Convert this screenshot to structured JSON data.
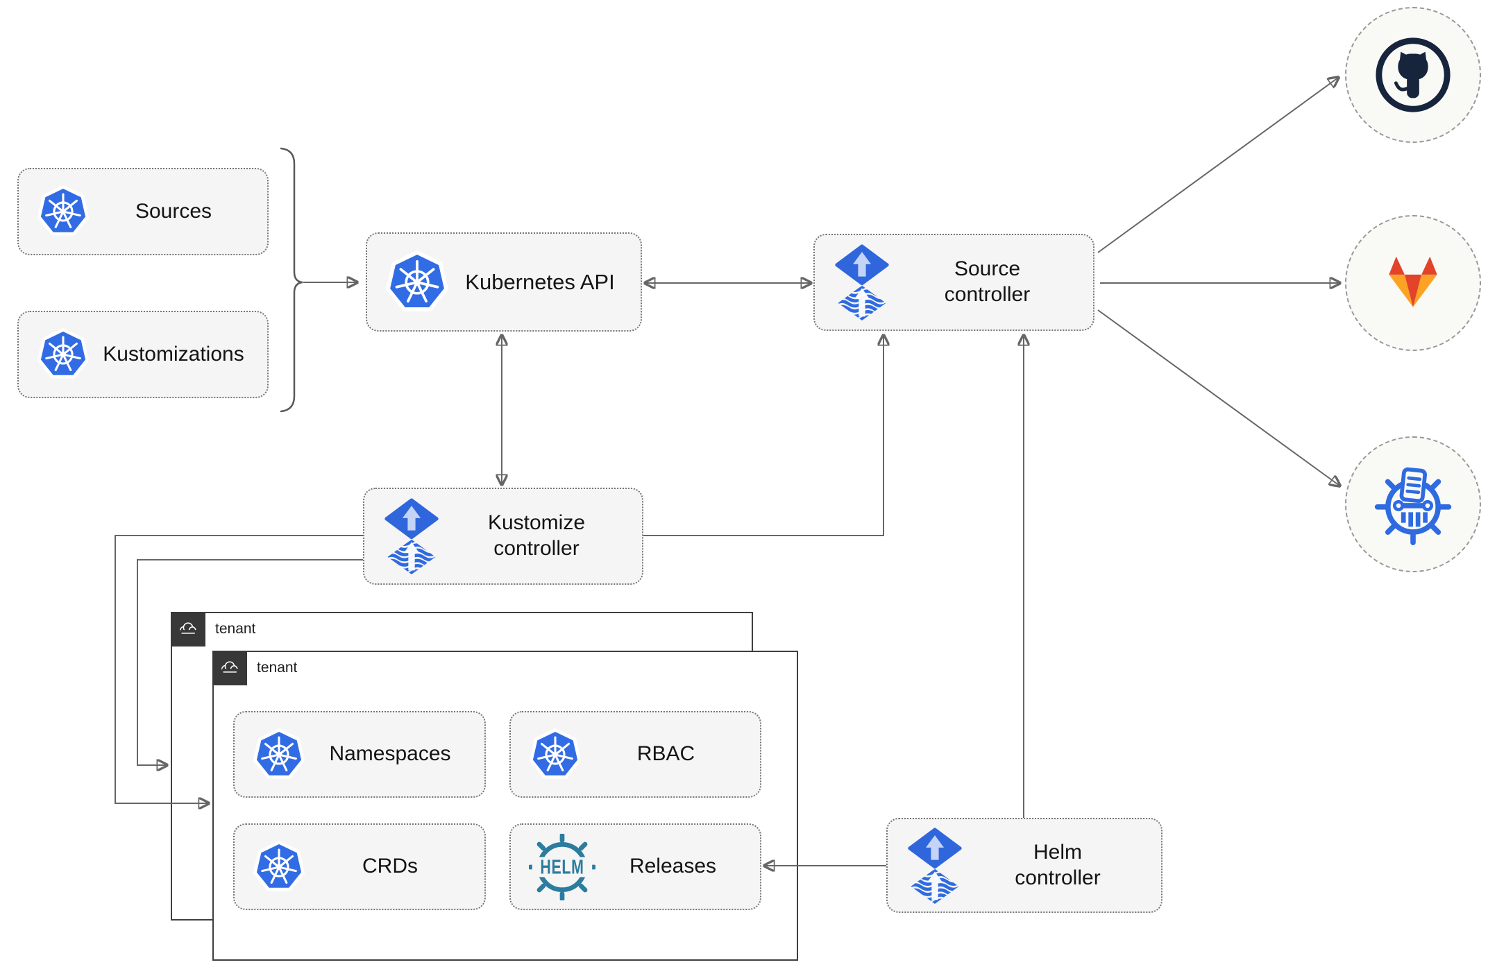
{
  "nodes": {
    "sources": "Sources",
    "kustomizations": "Kustomizations",
    "kubernetes_api": "Kubernetes API",
    "source_controller": "Source controller",
    "kustomize_controller": "Kustomize controller",
    "helm_controller": "Helm controller",
    "tenant_back": "tenant",
    "tenant_front": "tenant",
    "namespaces": "Namespaces",
    "rbac": "RBAC",
    "crds": "CRDs",
    "releases": "Releases"
  },
  "logos": {
    "helm_text": "HELM"
  },
  "icons": {
    "kubernetes": "kubernetes-wheel-icon",
    "flux": "flux-diamond-arrow-icon",
    "helm": "helm-wheel-icon",
    "cloud": "cloud-outline-icon",
    "github": "github-octocat-icon",
    "gitlab": "gitlab-fox-icon",
    "kustomize": "kustomize-document-wheel-icon"
  },
  "colors": {
    "kubernetes_blue": "#326ce5",
    "flux_blue": "#3066dc",
    "flux_arrow_light": "#c3d4f7",
    "helm_teal": "#2b7c9e",
    "github_dark": "#16243c",
    "gitlab_red_orange": "#e24329",
    "gitlab_light_orange": "#fca326",
    "node_fill": "#f5f5f5",
    "node_border_dotted": "#757575",
    "connector_gray": "#666666",
    "tenant_border": "#3f3f3f",
    "tenant_header_fill": "#383838",
    "provider_circle_fill": "#f9f9f6",
    "provider_circle_border": "#999999"
  }
}
